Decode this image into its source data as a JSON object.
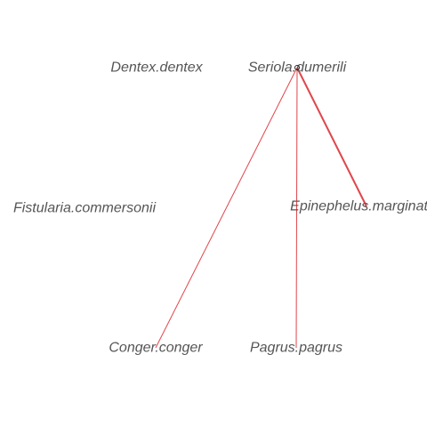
{
  "diagram": {
    "type": "network",
    "background_color": "#ffffff",
    "label_color": "#555555",
    "edge_color": "#e0454a",
    "node_marker_color": "#222222",
    "nodes": [
      {
        "id": "dentex",
        "label": "Dentex.dentex"
      },
      {
        "id": "seriola",
        "label": "Seriola.dumerili"
      },
      {
        "id": "fistularia",
        "label": "Fistularia.commersonii"
      },
      {
        "id": "epinephelus",
        "label": "Epinephelus.marginatus"
      },
      {
        "id": "conger",
        "label": "Conger.conger"
      },
      {
        "id": "pagrus",
        "label": "Pagrus.pagrus"
      }
    ],
    "edges": [
      {
        "source": "seriola",
        "target": "conger",
        "weight": 1
      },
      {
        "source": "seriola",
        "target": "pagrus",
        "weight": 1
      },
      {
        "source": "seriola",
        "target": "epinephelus",
        "weight": 2
      }
    ]
  }
}
